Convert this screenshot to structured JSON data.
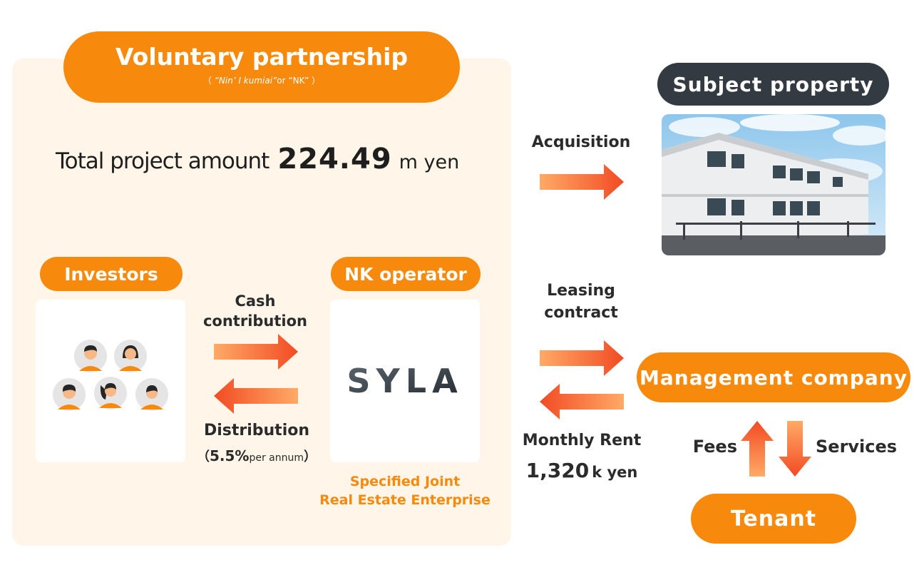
{
  "partnership": {
    "title": "Voluntary partnership",
    "sub_open": "（ ",
    "sub_italic": "“Nin’ I kumiai”",
    "sub_rest": "or “NK” ）"
  },
  "total": {
    "label": "Total project amount",
    "amount": "224.49",
    "unit": "m yen"
  },
  "investors": {
    "label": "Investors"
  },
  "operator": {
    "label": "NK operator",
    "logo_text": "SYLA",
    "note_line1": "Specified Joint",
    "note_line2": "Real Estate Enterprise"
  },
  "cash_flow": {
    "contribution_line1": "Cash",
    "contribution_line2": "contribution",
    "distribution": "Distribution",
    "rate_open": "（",
    "rate_value": "5.5%",
    "rate_unit": "per annum",
    "rate_close": "）"
  },
  "acquisition": {
    "label": "Acquisition"
  },
  "property": {
    "label": "Subject property"
  },
  "leasing": {
    "line1": "Leasing",
    "line2": "contract"
  },
  "rent": {
    "label": "Monthly Rent",
    "amount": "1,320",
    "unit": "k yen"
  },
  "management": {
    "label": "Management company"
  },
  "fees": {
    "label": "Fees"
  },
  "services": {
    "label": "Services"
  },
  "tenant": {
    "label": "Tenant"
  },
  "colors": {
    "orange": "#f7890c",
    "arrow_start": "#ffaa66",
    "arrow_end": "#f24b24",
    "dark_pill": "#333a41",
    "panel_bg": "#fff5e9"
  }
}
